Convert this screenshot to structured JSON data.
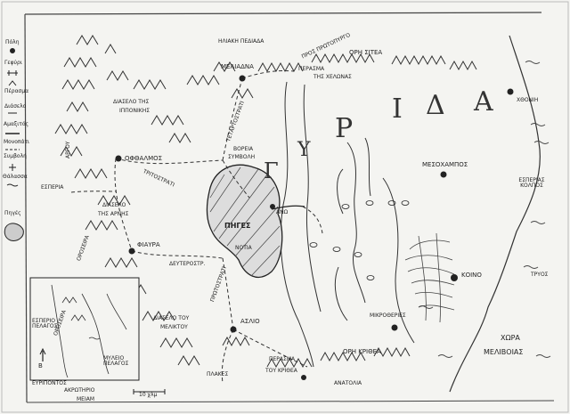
{
  "legend": {
    "items": [
      "Πόλη",
      "Γεφύρι",
      "Πέρασμα",
      "Διάσελο",
      "Αμαξιτός",
      "Μονοπάτι",
      "Συμβολή",
      "Θάλασσα",
      "Πηγές"
    ]
  },
  "regions": {
    "ilaki": "ΗΛΙΑΚΗ ΠΕΔΙΑΔΑ",
    "ori_siteia": "ΟΡΗ ΣΙΤΕΑ",
    "pros_protoporgo": "ΠΡΟΣ ΠΡΩΤΟΠΥΡΓΟ",
    "perasma_xelonas": "ΠΕΡΑΣΜΑ",
    "tis_xelonas": "ΤΗΣ ΧΕΛΩΝΑΣ",
    "meliadna": "ΜΕΛΙΑΔΝΑ",
    "diaselo_iponikis": "ΔΙΑΣΕΛΟ ΤΗΣ",
    "iponikis": "ΙΠΠΟΝΙΚΗΣ",
    "argou": "ΑΡΓΟΥ",
    "ofthalmos": "ΟΦΘΑΛΜΟΣ",
    "voreia": "ΒΟΡΕΙΑ",
    "symvoli": "ΣΥΜΒΟΛΗ",
    "tritostrati": "ΤΡΙΤΟΣΤΡΑΤΙ",
    "tetartostrati": "ΤΕΤΑΡΤΟΣΤΡΑΤΙ",
    "esperia": "ΕΣΠΕΡΙΑ",
    "diaselo_arnis": "ΔΙΑΣΕΛΟ",
    "tis_arnis": "ΤΗΣ ΑΡΝΗΣ",
    "oroseira": "ΟΡΟΣΕΙΡΑ",
    "fiavra": "ΦΙΑΥΡΑ",
    "defterostrati": "ΔΕΥΤΕΡΟΣΤΡ.",
    "pigés": "ΠΗΓΕΣ",
    "ano": "ΑΝΩ",
    "notia": "ΝΟΤΙΑ",
    "protostrati": "ΠΡΩΤΟΣΤΡΑΤΙ",
    "diaselo_meliktou": "ΔΙΑΣΕΛΟ ΤΟΥ",
    "meliktou": "ΜΕΛΙΚΤΟΥ",
    "aslio": "ΑΣΛΙΟ",
    "plakes": "ΠΛΑΚΕΣ",
    "perasma_kritea": "ΠΕΡΑΣΜΑ",
    "tou_kritea": "ΤΟΥ ΚΡΙΘΕΑ",
    "ori_kritea": "ΟΡΗ ΚΡΙΘΕΑ",
    "anatolia": "ΑΝΑΤΟΛΙΑ",
    "mikrotheri": "ΜΙΚΡΟΘΕΡΙΕΣ",
    "mesohampos": "ΜΕΣΟΧΑΜΠΟΣ",
    "hthonia": "ΧΘΟΝΙΗ",
    "esperia_kolpos": "ΕΣΠΕΡΙΑΣ ΚΟΛΠΟΣ",
    "koino": "ΚΟΙΝΟ",
    "tryos": "ΤΡΥΟΣ",
    "hora": "ΧΩΡΑ",
    "melivoias": "ΜΕΛΙΒΟΙΑΣ",
    "akrotirio": "ΑΚΡΩΤΗΡΙΟ",
    "meiam": "ΜΕΙΑΜ",
    "scale": "10 χλμ",
    "big_letters": [
      "Ρ",
      "Ι",
      "Δ",
      "Α",
      "Υ",
      "Γ"
    ]
  },
  "inset": {
    "west_pelagos": "ΕΣΠΕΡΙΟ ΠΕΛΑΓΟΣ",
    "mylio": "ΜΥΛΕΙΟ ΠΕΛΑΓΟΣ",
    "evripontos": "ΕΥΡΙΠΟΝΤΟΣ",
    "north_arrow": "Β",
    "land": "ΟΡΟΣΕΙΡΑ"
  }
}
